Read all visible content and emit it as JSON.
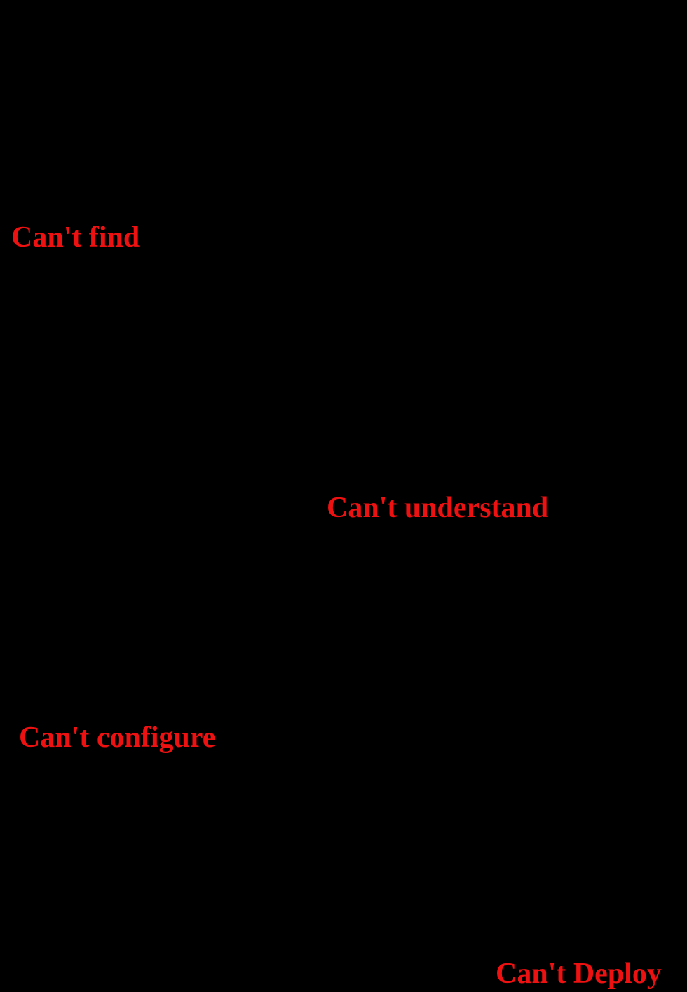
{
  "slide": {
    "background_color": "#000000",
    "text_color": "#ee1111",
    "labels": [
      {
        "id": "cant-find",
        "text": "Can't find"
      },
      {
        "id": "cant-understand",
        "text": "Can't understand"
      },
      {
        "id": "cant-configure",
        "text": "Can't configure"
      },
      {
        "id": "cant-deploy",
        "text": "Can't Deploy"
      }
    ]
  }
}
